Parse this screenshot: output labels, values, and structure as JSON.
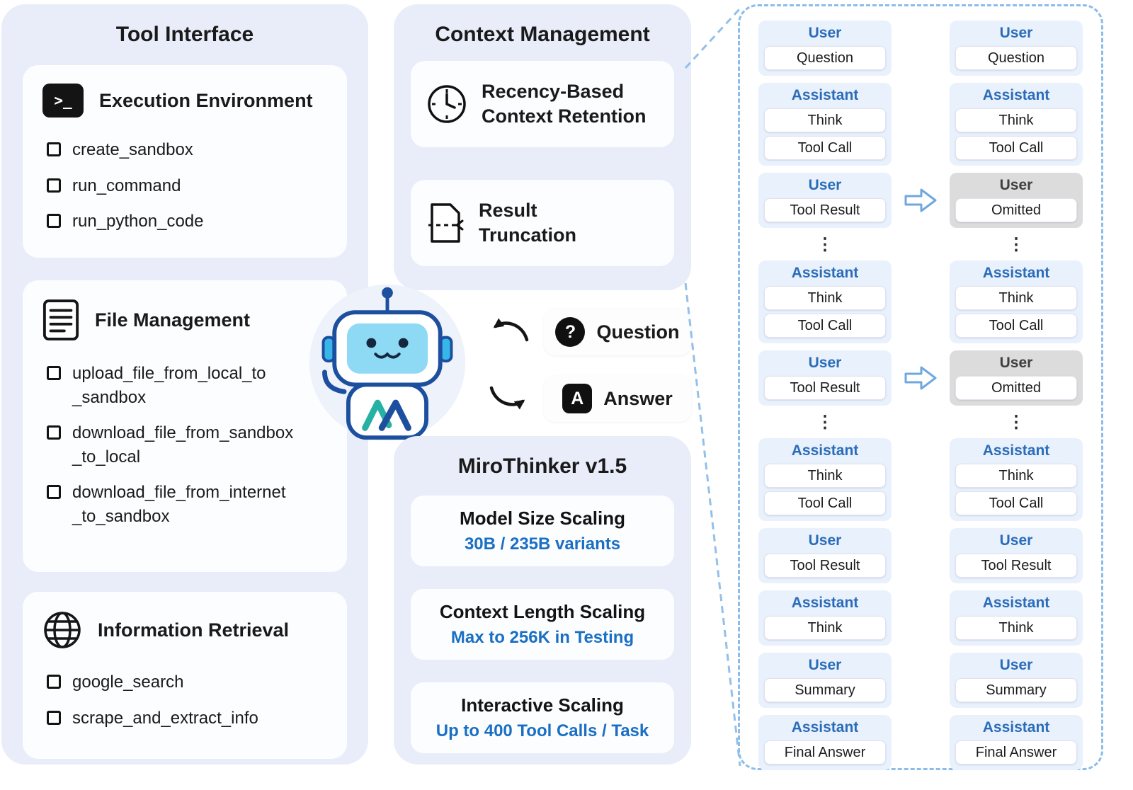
{
  "tool_interface": {
    "title": "Tool Interface",
    "sections": [
      {
        "icon": "terminal-icon",
        "icon_glyph": ">_",
        "title": "Execution Environment",
        "items": [
          "create_sandbox",
          "run_command",
          "run_python_code"
        ]
      },
      {
        "icon": "file-icon",
        "title": "File Management",
        "items": [
          "upload_file_from_local_to_sandbox",
          "download_file_from_sandbox_to_local",
          "download_file_from_internet_to_sandbox"
        ]
      },
      {
        "icon": "globe-icon",
        "title": "Information Retrieval",
        "items": [
          "google_search",
          "scrape_and_extract_info"
        ]
      }
    ]
  },
  "context_management": {
    "title": "Context Management",
    "features": [
      {
        "icon": "clock-icon",
        "label": "Recency-Based\nContext Retention"
      },
      {
        "icon": "truncate-icon",
        "label": "Result\nTruncation"
      }
    ]
  },
  "qa": {
    "question": {
      "icon": "question-icon",
      "icon_glyph": "?",
      "label": "Question"
    },
    "answer": {
      "icon": "answer-icon",
      "icon_glyph": "A",
      "label": "Answer"
    }
  },
  "mirothinker": {
    "title": "MiroThinker v1.5",
    "features": [
      {
        "title": "Model Size Scaling",
        "subtitle": "30B / 235B variants"
      },
      {
        "title": "Context Length Scaling",
        "subtitle": "Max to 256K in Testing"
      },
      {
        "title": "Interactive Scaling",
        "subtitle": "Up to 400 Tool Calls / Task"
      }
    ]
  },
  "conversation": {
    "ellipsis": "⋮",
    "rows": [
      {
        "left": {
          "role": "User",
          "items": [
            "Question"
          ]
        },
        "right": {
          "role": "User",
          "items": [
            "Question"
          ]
        }
      },
      {
        "left": {
          "role": "Assistant",
          "items": [
            "Think",
            "Tool Call"
          ]
        },
        "right": {
          "role": "Assistant",
          "items": [
            "Think",
            "Tool Call"
          ]
        }
      },
      {
        "left": {
          "role": "User",
          "items": [
            "Tool Result"
          ]
        },
        "right": {
          "role": "User",
          "items": [
            "Omitted"
          ],
          "omitted": true
        },
        "arrow": true
      },
      {
        "ellipsis": true
      },
      {
        "left": {
          "role": "Assistant",
          "items": [
            "Think",
            "Tool Call"
          ]
        },
        "right": {
          "role": "Assistant",
          "items": [
            "Think",
            "Tool Call"
          ]
        }
      },
      {
        "left": {
          "role": "User",
          "items": [
            "Tool Result"
          ]
        },
        "right": {
          "role": "User",
          "items": [
            "Omitted"
          ],
          "omitted": true
        },
        "arrow": true
      },
      {
        "ellipsis": true
      },
      {
        "left": {
          "role": "Assistant",
          "items": [
            "Think",
            "Tool Call"
          ]
        },
        "right": {
          "role": "Assistant",
          "items": [
            "Think",
            "Tool Call"
          ]
        }
      },
      {
        "left": {
          "role": "User",
          "items": [
            "Tool Result"
          ]
        },
        "right": {
          "role": "User",
          "items": [
            "Tool Result"
          ]
        }
      },
      {
        "left": {
          "role": "Assistant",
          "items": [
            "Think"
          ]
        },
        "right": {
          "role": "Assistant",
          "items": [
            "Think"
          ]
        }
      },
      {
        "left": {
          "role": "User",
          "items": [
            "Summary"
          ]
        },
        "right": {
          "role": "User",
          "items": [
            "Summary"
          ]
        }
      },
      {
        "left": {
          "role": "Assistant",
          "items": [
            "Final Answer"
          ]
        },
        "right": {
          "role": "Assistant",
          "items": [
            "Final Answer"
          ]
        }
      }
    ]
  },
  "colors": {
    "panel_bg": "#e8edf9",
    "accent_blue": "#1a6fc4",
    "role_blue": "#2b6cb8",
    "omitted_gray": "#dcdcdc",
    "dashed_border": "#8cbcea",
    "robot_outline": "#1d4f9f",
    "robot_face": "#8ed9f4",
    "logo_teal": "#27b1a4"
  }
}
